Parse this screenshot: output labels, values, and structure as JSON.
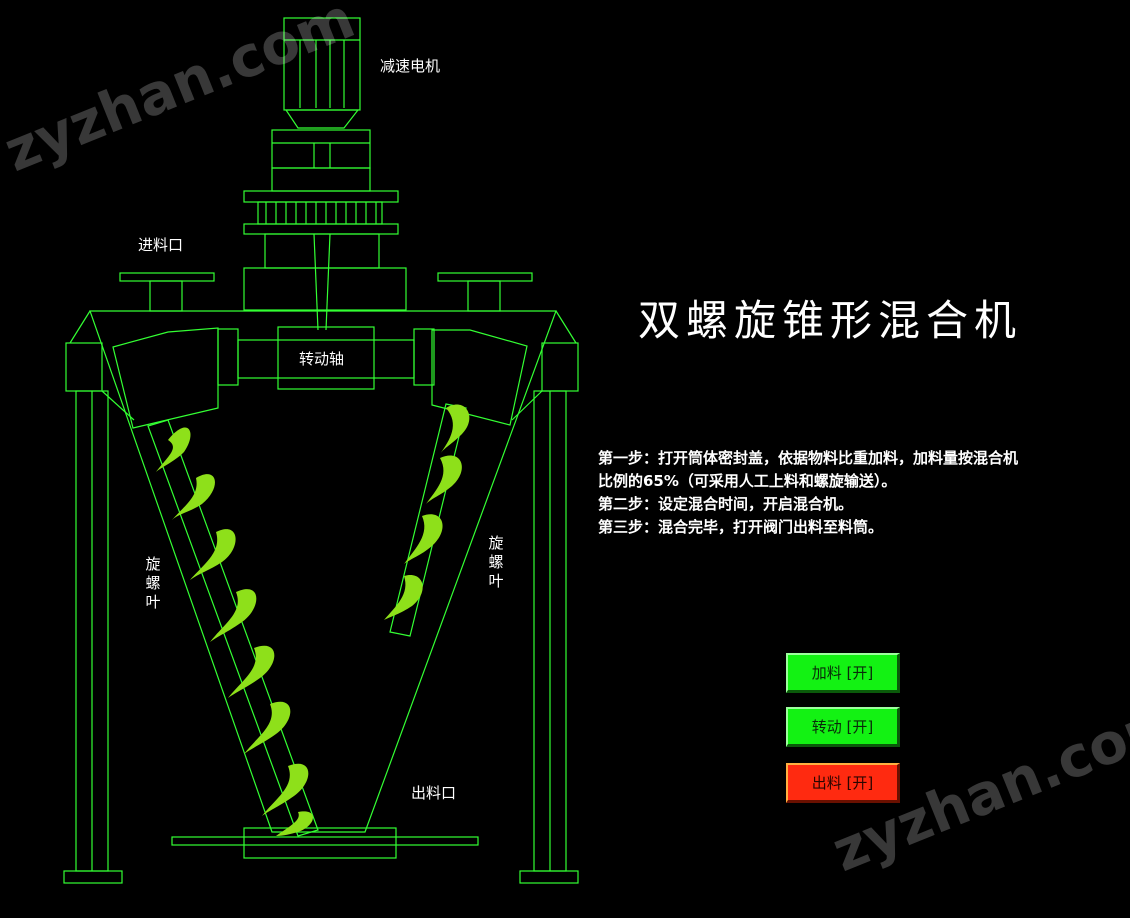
{
  "title": "双螺旋锥形混合机",
  "labels": {
    "motor": "减速电机",
    "inlet": "进料口",
    "shaft": "转动轴",
    "blade_left": "旋螺叶",
    "blade_right": "旋螺叶",
    "outlet": "出料口"
  },
  "steps": [
    "第一步：打开筒体密封盖，依据物料比重加料，加料量按混合机",
    "比例的65%（可采用人工上料和螺旋输送）。",
    "第二步：设定混合时间，开启混合机。",
    "第三步：混合完毕，打开阀门出料至料筒。"
  ],
  "buttons": {
    "feed": "加料 [开]",
    "rotate": "转动 [开]",
    "discharge": "出料 [开]"
  },
  "watermark": "zyzhan.com",
  "colors": {
    "line": "#33ff33",
    "blade": "#8ee01a",
    "button_on": "#13f213",
    "button_discharge": "#ff2a10"
  }
}
